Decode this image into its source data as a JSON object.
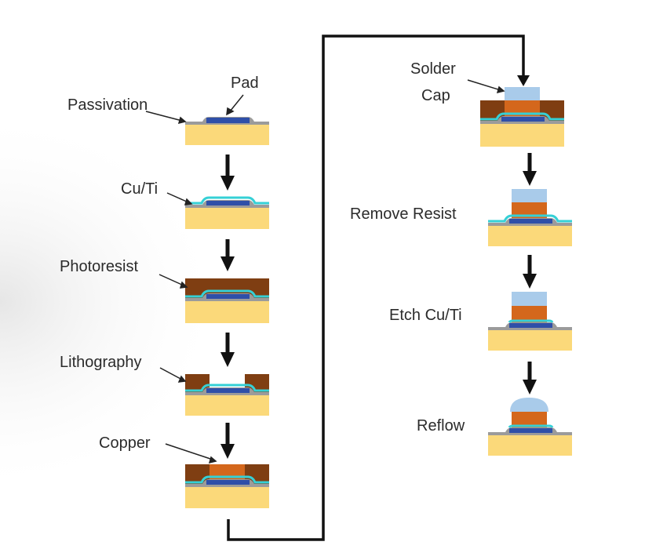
{
  "labels": {
    "pad": "Pad",
    "passivation": "Passivation",
    "cu_ti": "Cu/Ti",
    "photoresist": "Photoresist",
    "lithography": "Lithography",
    "copper": "Copper",
    "solder_line1": "Solder",
    "solder_line2": "Cap",
    "remove_resist": "Remove Resist",
    "etch_cu_ti": "Etch Cu/Ti",
    "reflow": "Reflow"
  },
  "colors": {
    "substrate": "#fbd97a",
    "passivation": "#9b9b9b",
    "pad": "#2f4fa8",
    "seed_layer": "#35d0d6",
    "photoresist": "#7f3e12",
    "copper": "#d4671c",
    "solder": "#a9cbea",
    "arrow": "#111111"
  }
}
